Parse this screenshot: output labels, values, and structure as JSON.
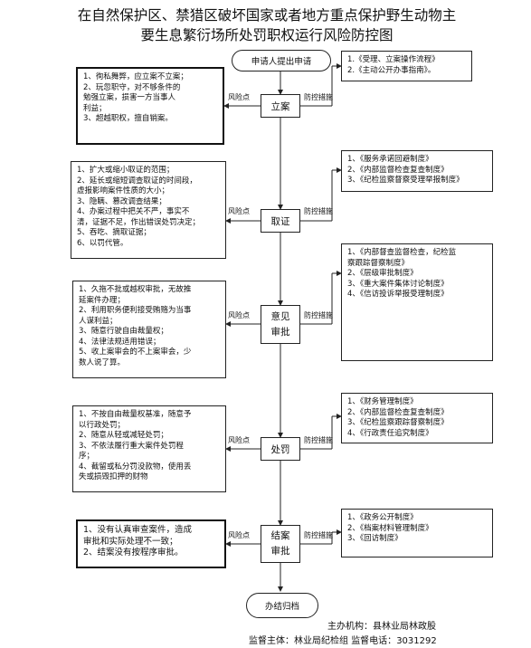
{
  "title": {
    "line1": "在自然保护区、禁猎区破坏国家或者地方重点保护野生动物主",
    "line2": "要生息繁衍场所处罚职权运行风险防控图"
  },
  "flow": {
    "start": "申请人提出申请",
    "end": "办结归档"
  },
  "labels": {
    "risk": "风险点",
    "measures": "防控措施"
  },
  "stages": [
    {
      "name": [
        "立案"
      ],
      "risks": [
        "1、徇私舞弊，应立案不立案；",
        "2、玩忽职守，对不够条件的",
        "   勉强立案，损害一方当事人",
        "   利益；",
        "3、超越职权，擅自销案。"
      ],
      "measures": [
        "1.《受理、立案操作流程》",
        "2.《主动公开办事指南》。"
      ]
    },
    {
      "name": [
        "取证"
      ],
      "risks": [
        "1、扩大或缩小取证的范围；",
        "2、延长或缩短调查取证的时间段，",
        "   虚报影响案件性质的大小；",
        "3、隐瞒、篡改调查结果；",
        "4、办案过程中把关不严，事实不",
        "   清，证据不足，作出错误处罚决定；",
        "5、吞吃、摘取证据；",
        "6、以罚代管。"
      ],
      "measures": [
        "1、《服务承诺回避制度》",
        "2、《内部监督检查复查制度》",
        "3、《纪检监察督察受理举报制度》"
      ]
    },
    {
      "name": [
        "意见",
        "审批"
      ],
      "risks": [
        "1、久拖不批或越权审批，无故推",
        "   延案件办理；",
        "2、利用职务便利接受贿赂为当事",
        "   人谋利益；",
        "3、随意行驶自由裁量权；",
        "4、法律法规适用错误；",
        "5、收上案审会的不上案审会，少",
        "   数人说了算。"
      ],
      "measures": [
        "1、《内部督查监督检查，纪检监",
        "   察跟踪督察制度》",
        "2、《层级审批制度》",
        "3、《重大案件集体讨论制度》",
        "4、《信访投诉举报受理制度》"
      ]
    },
    {
      "name": [
        "处罚"
      ],
      "risks": [
        "1、不按自由裁量权基准，随意予",
        "   以行政处罚；",
        "2、随意从轻或减轻处罚；",
        "3、不依法履行重大案件处罚程",
        "   序；",
        "4、截留或私分罚没款物，使用丢",
        "   失或损毁扣押的财物"
      ],
      "measures": [
        "1、《财务管理制度》",
        "2、《内部监督检查复查制度》",
        "3、《纪检监察跟踪督察制度》",
        "4、《行政责任追究制度》"
      ]
    },
    {
      "name": [
        "结案",
        "审批"
      ],
      "risks": [
        "1、没有认真审查案件，造成",
        "   审批和实际处理不一致；",
        "2、结案没有按程序审批。"
      ],
      "measures": [
        "1、《政务公开制度》",
        "2、《档案材料管理制度》",
        "3、《回访制度》"
      ]
    }
  ],
  "footer": {
    "org_label": "主办机构：",
    "org_value": "县林业局林政股",
    "supervisor_label": "监督主体：",
    "supervisor_value": "林业局纪检组",
    "phone_label": "监督电话：",
    "phone_value": "3031292"
  }
}
